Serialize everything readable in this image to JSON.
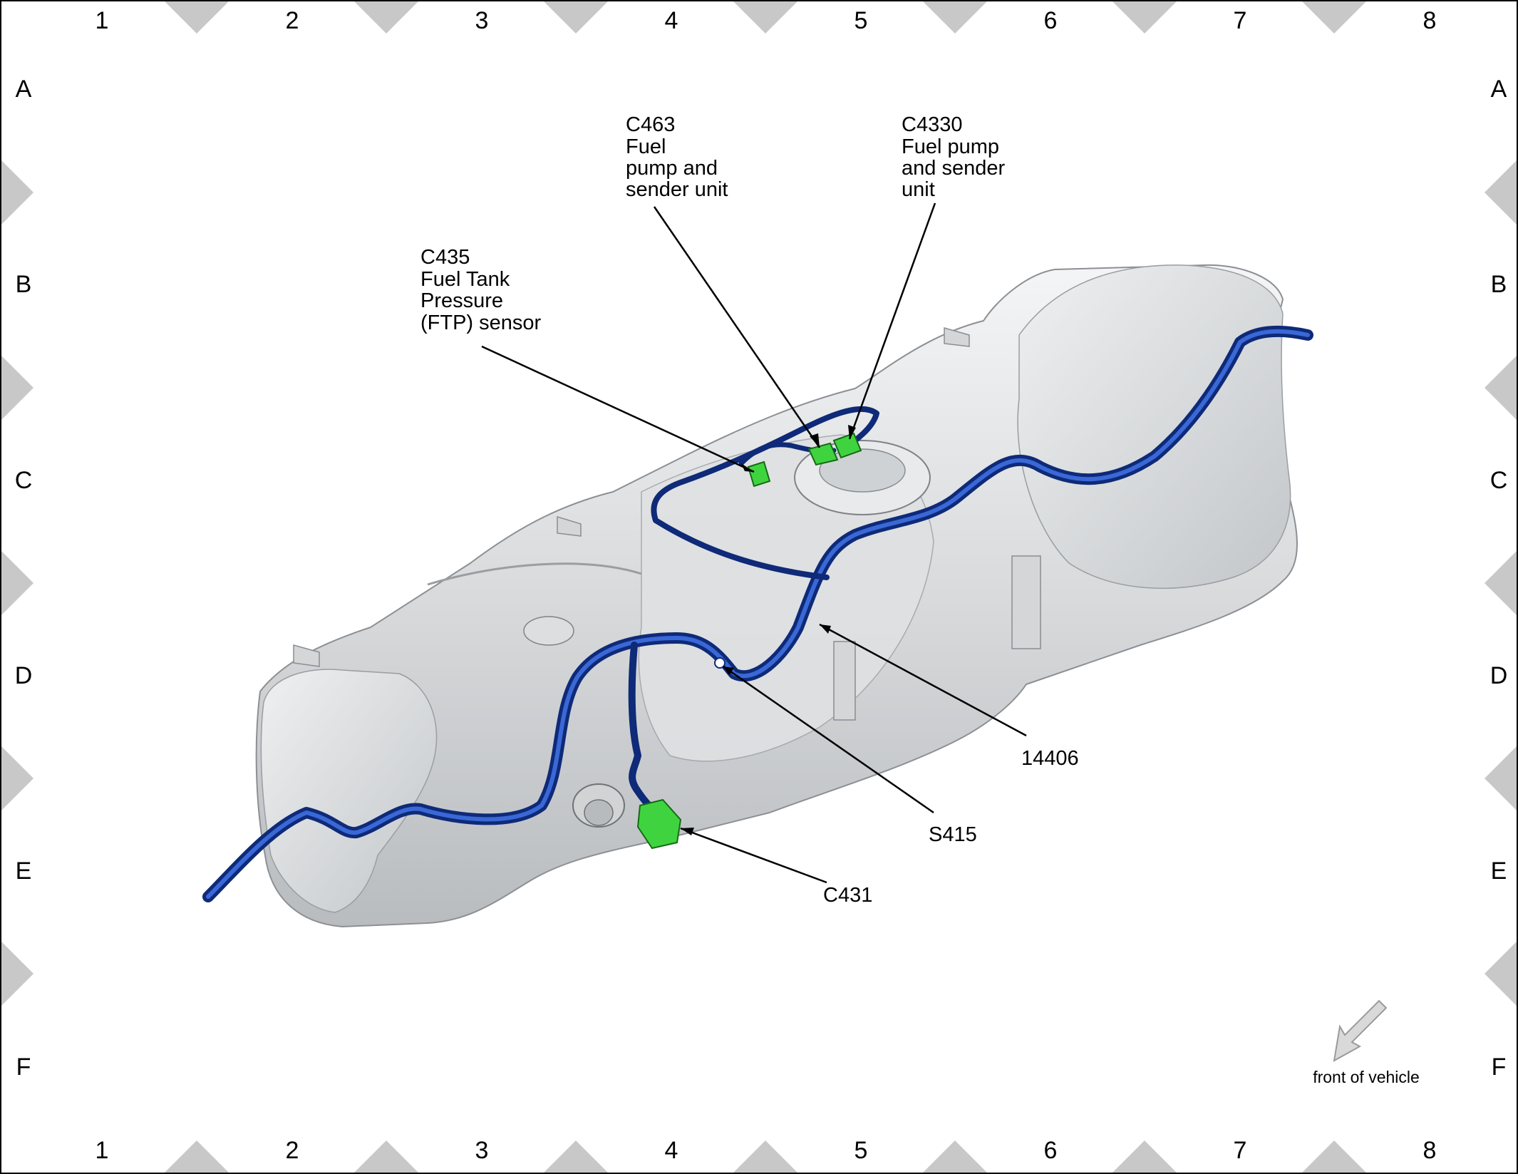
{
  "grid": {
    "columns": [
      "1",
      "2",
      "3",
      "4",
      "5",
      "6",
      "7",
      "8"
    ],
    "rows": [
      "A",
      "B",
      "C",
      "D",
      "E",
      "F"
    ]
  },
  "callouts": {
    "c463": [
      "C463",
      "Fuel",
      "pump and",
      "sender unit"
    ],
    "c4330": [
      "C4330",
      "Fuel pump",
      "and sender",
      "unit"
    ],
    "c435": [
      "C435",
      "Fuel Tank",
      "Pressure",
      "(FTP) sensor"
    ],
    "harness": "14406",
    "splice": "S415",
    "c431": "C431"
  },
  "orientation": {
    "label": "front of vehicle"
  },
  "colors": {
    "harness": "#1a3f9e",
    "connector": "#3fd43f",
    "tank": "#d6d8db",
    "border_marker": "#c8c8c8"
  }
}
